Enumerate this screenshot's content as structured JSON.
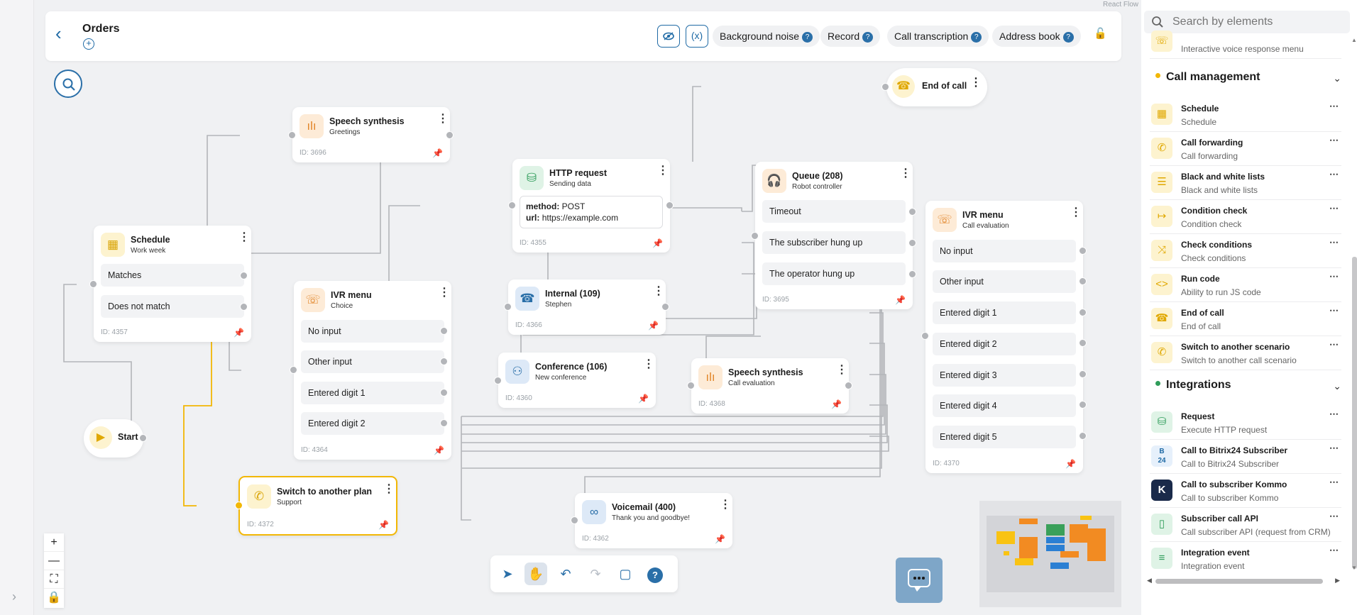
{
  "watermark": "React Flow",
  "header": {
    "title": "Orders",
    "chips": [
      {
        "label": "Background noise",
        "help": "?"
      },
      {
        "label": "Record",
        "help": "?"
      },
      {
        "label": "Call transcription",
        "help": "?"
      },
      {
        "label": "Address book",
        "help": "?"
      }
    ]
  },
  "nodes": {
    "start": {
      "title": "Start"
    },
    "end_call": {
      "title": "End of call"
    },
    "schedule": {
      "title": "Schedule",
      "subtitle": "Work week",
      "rows": [
        "Matches",
        "Does not match"
      ],
      "id": "ID: 4357"
    },
    "speech1": {
      "title": "Speech synthesis",
      "subtitle": "Greetings",
      "id": "ID: 3696"
    },
    "ivr1": {
      "title": "IVR menu",
      "subtitle": "Choice",
      "rows": [
        "No input",
        "Other input",
        "Entered digit 1",
        "Entered digit 2"
      ],
      "id": "ID: 4364"
    },
    "switch": {
      "title": "Switch to another plan",
      "subtitle": "Support",
      "id": "ID: 4372"
    },
    "http": {
      "title": "HTTP request",
      "subtitle": "Sending data",
      "method_label": "method:",
      "method_value": "POST",
      "url_label": "url:",
      "url_value": "https://example.com",
      "id": "ID: 4355"
    },
    "internal": {
      "title": "Internal (109)",
      "subtitle": "Stephen",
      "id": "ID: 4366"
    },
    "conference": {
      "title": "Conference (106)",
      "subtitle": "New conference",
      "id": "ID: 4360"
    },
    "speech2": {
      "title": "Speech synthesis",
      "subtitle": "Call evaluation",
      "id": "ID: 4368"
    },
    "queue": {
      "title": "Queue (208)",
      "subtitle": "Robot controller",
      "rows": [
        "Timeout",
        "The subscriber hung up",
        "The operator hung up"
      ],
      "id": "ID: 3695"
    },
    "ivr2": {
      "title": "IVR menu",
      "subtitle": "Call evaluation",
      "rows": [
        "No input",
        "Other input",
        "Entered digit 1",
        "Entered digit 2",
        "Entered digit 3",
        "Entered digit 4",
        "Entered digit 5"
      ],
      "id": "ID: 4370"
    },
    "voicemail": {
      "title": "Voicemail (400)",
      "subtitle": "Thank you and goodbye!",
      "id": "ID: 4362"
    }
  },
  "panel": {
    "search_placeholder": "Search by elements",
    "top_partial_item": "Interactive voice response menu",
    "sections": [
      {
        "title": "Call management",
        "dot_color": "#f2b705",
        "items": [
          {
            "title": "Schedule",
            "subtitle": "Schedule",
            "icon": "calendar-icon",
            "tone": "yellow"
          },
          {
            "title": "Call forwarding",
            "subtitle": "Call forwarding",
            "icon": "phone-forward-icon",
            "tone": "yellow"
          },
          {
            "title": "Black and white lists",
            "subtitle": "Black and white lists",
            "icon": "list-icon",
            "tone": "yellow"
          },
          {
            "title": "Condition check",
            "subtitle": "Condition check",
            "icon": "arrow-right-icon",
            "tone": "yellow"
          },
          {
            "title": "Check conditions",
            "subtitle": "Check conditions",
            "icon": "shuffle-icon",
            "tone": "yellow"
          },
          {
            "title": "Run code",
            "subtitle": "Ability to run JS code",
            "icon": "code-icon",
            "tone": "yellow"
          },
          {
            "title": "End of call",
            "subtitle": "End of call",
            "icon": "hangup-icon",
            "tone": "yellow"
          },
          {
            "title": "Switch to another scenario",
            "subtitle": "Switch to another call scenario",
            "icon": "phone-switch-icon",
            "tone": "yellow"
          }
        ]
      },
      {
        "title": "Integrations",
        "dot_color": "#2f9c5a",
        "items": [
          {
            "title": "Request",
            "subtitle": "Execute HTTP request",
            "icon": "database-icon",
            "tone": "green"
          },
          {
            "title": "Call to Bitrix24 Subscriber",
            "subtitle": "Call to Bitrix24 Subscriber",
            "icon": "bitrix24-icon",
            "tone": "blue"
          },
          {
            "title": "Call to subscriber Kommo",
            "subtitle": "Call to subscriber Kommo",
            "icon": "kommo-icon",
            "tone": "dark"
          },
          {
            "title": "Subscriber call API",
            "subtitle": "Call subscriber API (request from CRM)",
            "icon": "api-icon",
            "tone": "green"
          },
          {
            "title": "Integration event",
            "subtitle": "Integration event",
            "icon": "event-icon",
            "tone": "green"
          }
        ]
      }
    ]
  },
  "toolbar": {
    "help_label": "?"
  },
  "controls": {
    "zoom_in": "+",
    "zoom_out": "—"
  },
  "colors": {
    "accent": "#2a6fa8",
    "highlight": "#f2b705",
    "edge": "#b3b5b9"
  }
}
